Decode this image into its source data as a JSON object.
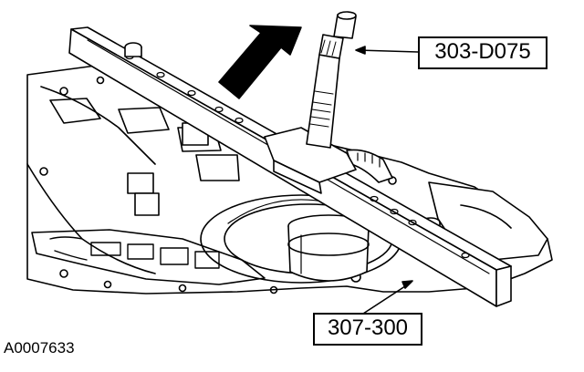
{
  "figure": {
    "id": "A0007633"
  },
  "callouts": {
    "micrometer_tool": "303-D075",
    "fixture_tool": "307-300"
  },
  "colors": {
    "ink": "#000000",
    "paper": "#ffffff",
    "shade": "#d9d9d9"
  }
}
